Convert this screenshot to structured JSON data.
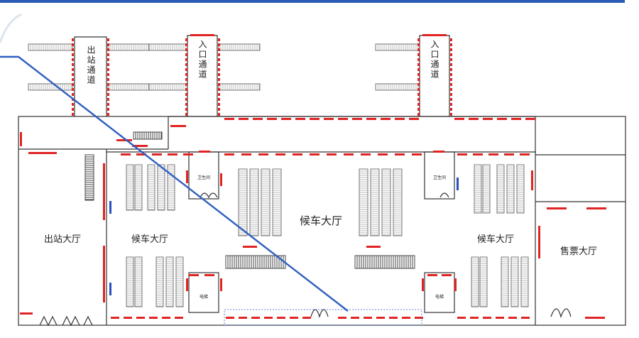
{
  "colors": {
    "wall": "#333333",
    "marker_red": "#e02424",
    "marker_blue": "#2b4fbf",
    "route_blue": "#2f5fc0",
    "header_bar": "#2b5cb6",
    "seat": "#666666"
  },
  "labels": {
    "exit_passage": "出站通道",
    "entry_passage_left": "入口通道",
    "entry_passage_right": "入口通道",
    "exit_hall": "出站大厅",
    "waiting_left": "候车大厅",
    "waiting_center": "候车大厅",
    "waiting_right": "候车大厅",
    "ticket_hall": "售票大厅",
    "restroom_left": "卫生间",
    "restroom_right": "卫生间",
    "elevator_left": "电梯",
    "elevator_right": "电梯"
  }
}
